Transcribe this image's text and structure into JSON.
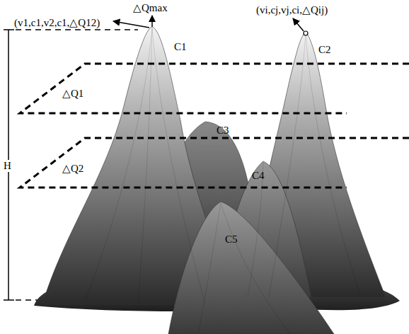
{
  "diagram": {
    "labels": [
      "(v1,c1,v2,c1,△Q12)",
      "△Qmax",
      "C1",
      "(vi,cj,vj,ci,△Qij)",
      "C2",
      "△Q1",
      "C3",
      "△Q2",
      "C4",
      "C5",
      "H"
    ]
  }
}
